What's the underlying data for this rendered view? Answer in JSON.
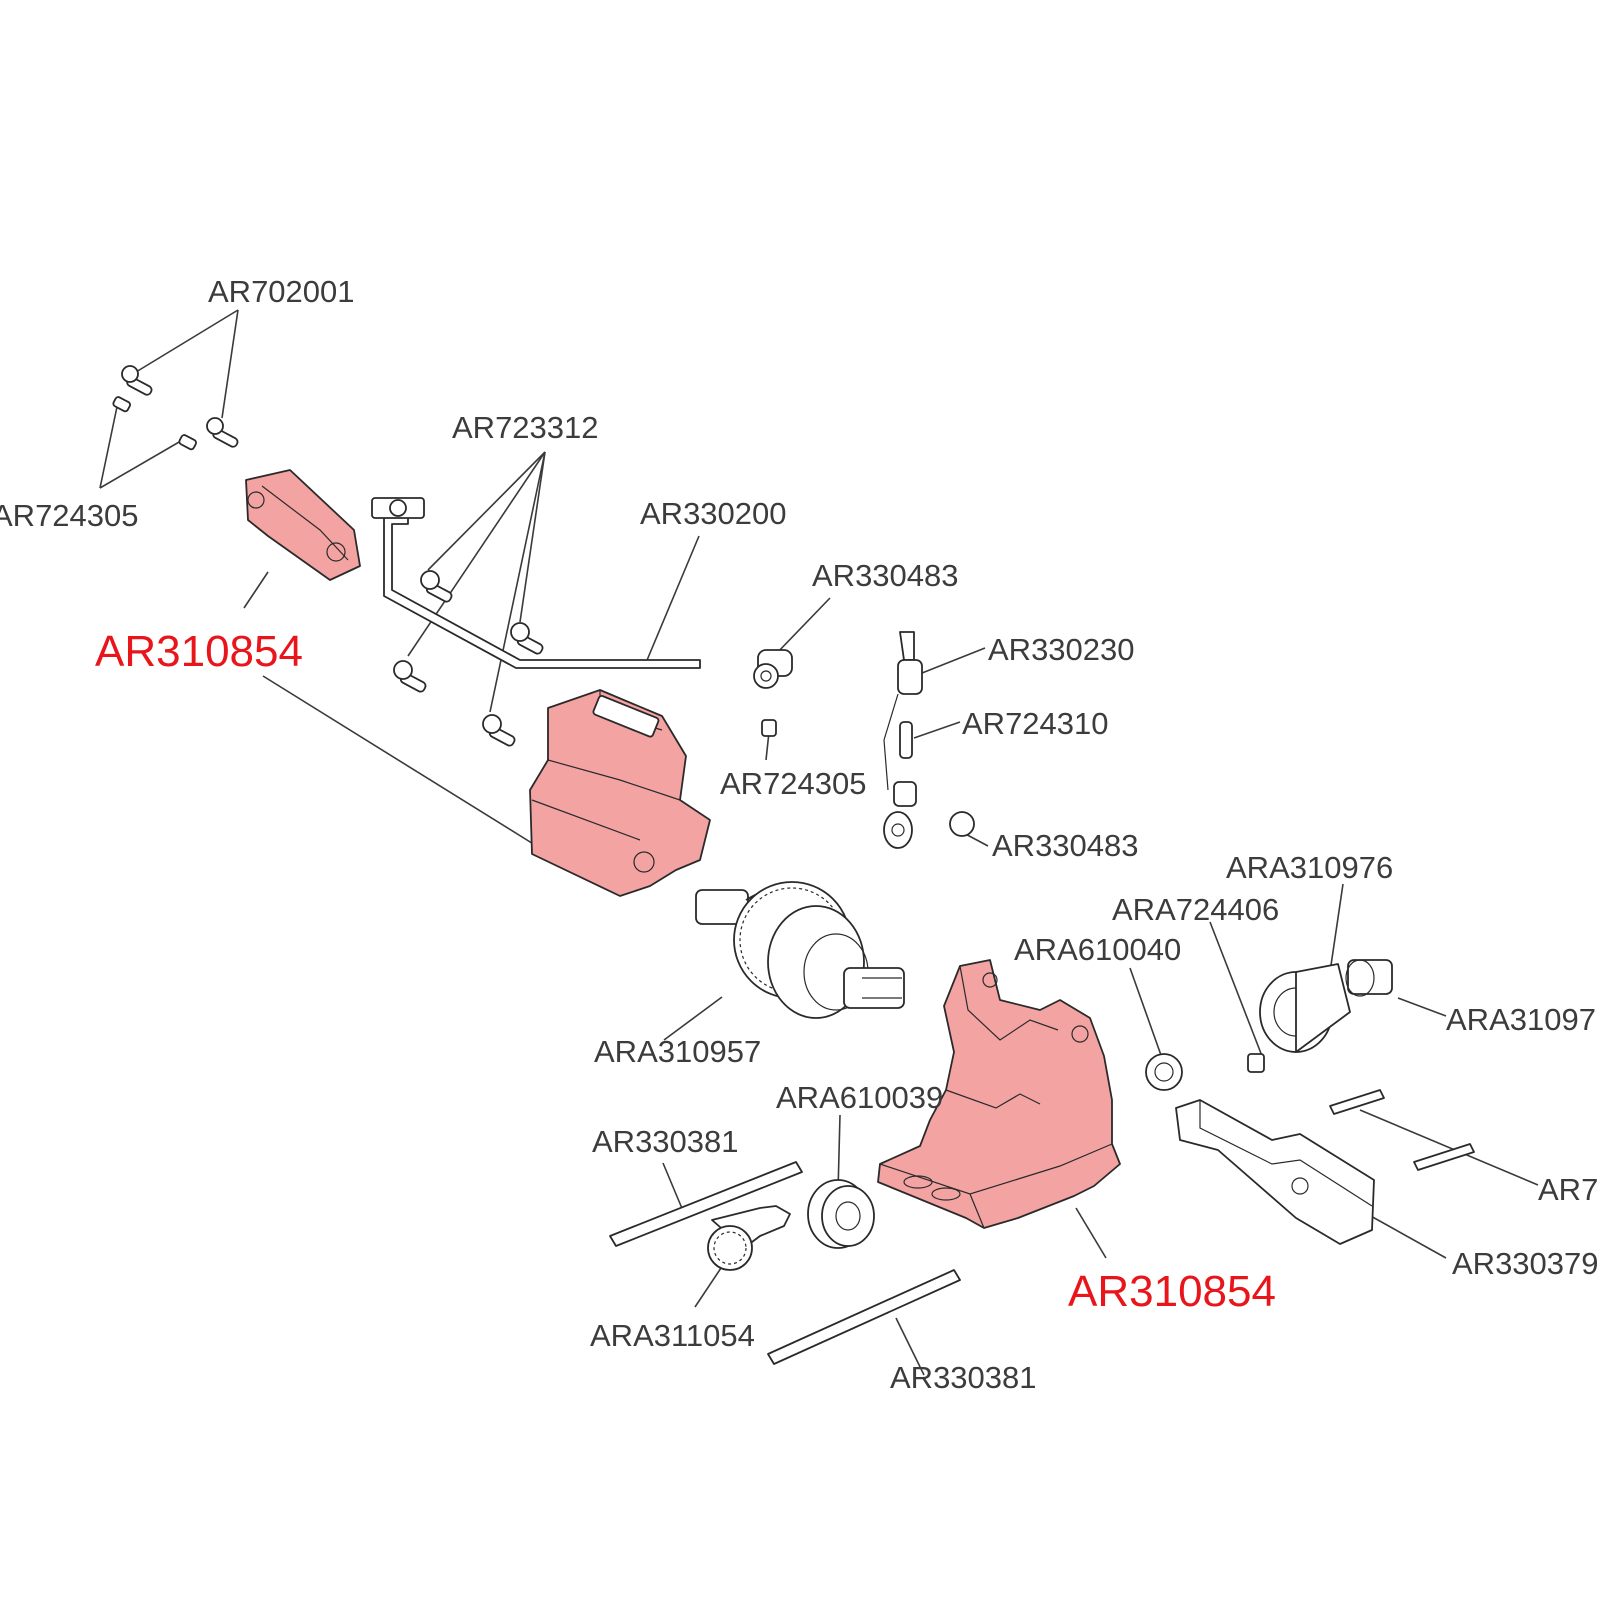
{
  "colors": {
    "highlight_fill": "#f4a3a3",
    "highlight_text": "#e8151b",
    "line": "#2a2a2a",
    "label": "#3c3c3c"
  },
  "labels": {
    "ar702001": "AR702001",
    "ar724305_top": "AR724305",
    "ar723312": "AR723312",
    "ar330200": "AR330200",
    "ar310854_top": "AR310854",
    "ar330483_top": "AR330483",
    "ar330230": "AR330230",
    "ar724310": "AR724310",
    "ar724305_mid": "AR724305",
    "ar330483_mid": "AR330483",
    "ara310976": "ARA310976",
    "ara724406": "ARA724406",
    "ara610040": "ARA610040",
    "ara31097x": "ARA31097",
    "ara310957": "ARA310957",
    "ara610039": "ARA610039",
    "ar330381_top": "AR330381",
    "ar7x": "AR7",
    "ar330379": "AR330379",
    "ar310854_bottom": "AR310854",
    "ara311054": "ARA311054",
    "ar330381_bottom": "AR330381"
  }
}
